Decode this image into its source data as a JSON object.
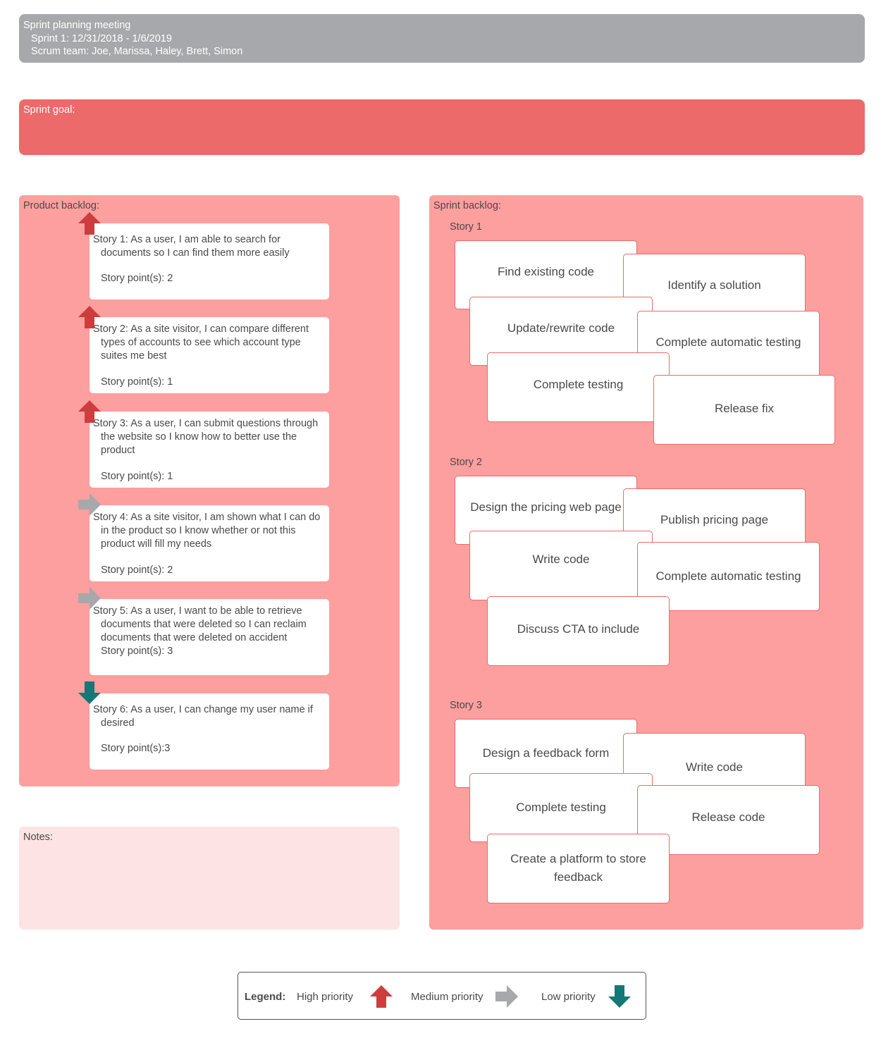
{
  "header": {
    "title": "Sprint planning meeting",
    "sprint": "Sprint 1: 12/31/2018 - 1/6/2019",
    "team": "Scrum team: Joe, Marissa, Haley, Brett, Simon"
  },
  "goal": {
    "label": "Sprint goal:"
  },
  "product_backlog": {
    "label": "Product backlog:",
    "stories": [
      {
        "text": "Story 1: As a user, I am able to search for documents so I can find them more easily",
        "points": "Story point(s): 2",
        "priority": "high"
      },
      {
        "text": "Story 2: As a site visitor, I can compare different types of accounts to see which account type suites me best",
        "points": "Story point(s): 1",
        "priority": "high"
      },
      {
        "text": "Story 3: As a user, I can submit questions through the website so I know how to better use the product",
        "points": "Story point(s): 1",
        "priority": "high"
      },
      {
        "text": "Story 4: As a site visitor, I am shown what I can do in the product so I know whether or not this product will fill my needs",
        "points": "Story point(s): 2",
        "priority": "medium"
      },
      {
        "text": "Story 5: As a user, I want to be able to retrieve documents that were deleted so I can reclaim documents that were deleted on accident",
        "points": "Story point(s): 3",
        "priority": "medium"
      },
      {
        "text": "Story 6: As a user, I can change my user name if desired",
        "points": "Story point(s):3",
        "priority": "low"
      }
    ]
  },
  "notes": {
    "label": "Notes:"
  },
  "sprint_backlog": {
    "label": "Sprint backlog:",
    "stories": [
      {
        "name": "Story 1",
        "tasks": [
          "Find existing code",
          "Identify a solution",
          "Update/rewrite code",
          "Complete automatic testing",
          "Complete testing",
          "Release fix"
        ]
      },
      {
        "name": "Story 2",
        "tasks": [
          "Design the pricing web page",
          "Publish pricing page",
          "Write code",
          "Complete automatic testing",
          "Discuss CTA to include"
        ]
      },
      {
        "name": "Story 3",
        "tasks": [
          "Design a feedback form",
          "Write code",
          "Complete testing",
          "Release code",
          "Create a platform to store feedback"
        ]
      }
    ]
  },
  "legend": {
    "title": "Legend:",
    "high": "High priority",
    "medium": "Medium priority",
    "low": "Low priority"
  },
  "colors": {
    "high": "#cd3d3e",
    "medium": "#a7a8ab",
    "low": "#137876",
    "panel": "#fc9f9e",
    "goal": "#ec6a6a",
    "header": "#a7a8ab",
    "notes": "#fde3e3"
  }
}
